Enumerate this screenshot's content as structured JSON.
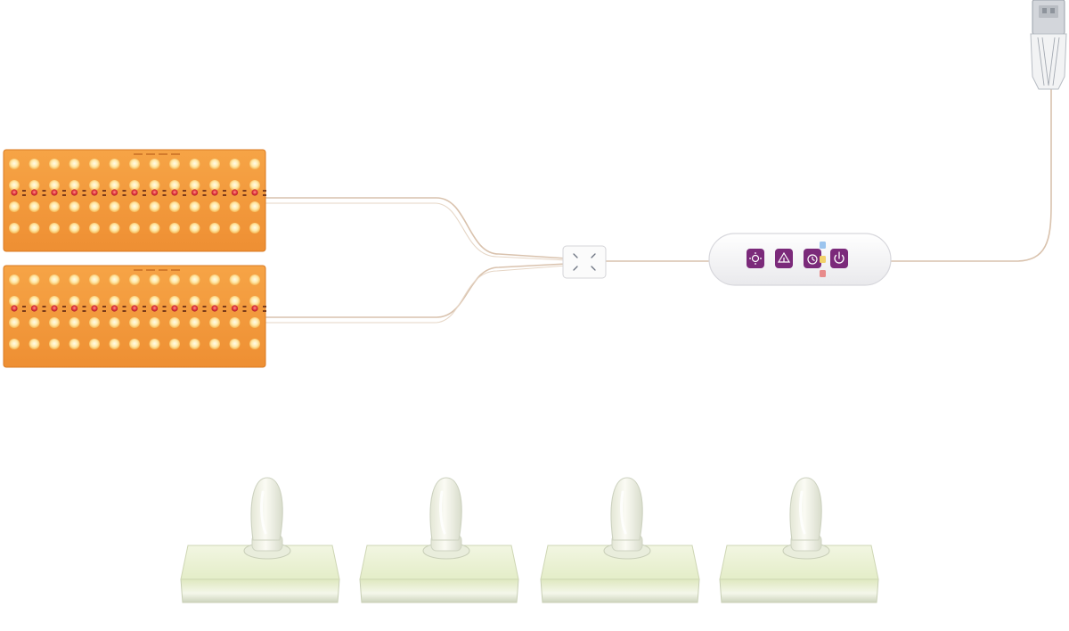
{
  "scene": {
    "description_free": true,
    "led_panels": {
      "count": 2,
      "rows": 4,
      "columns": 13,
      "warm_led_color": "#fde6a0",
      "red_led_color": "#e0323c",
      "board_color": "#f39a3d"
    },
    "controller": {
      "body_color": "#f7f7f8",
      "button_color": "#7b2a7a",
      "indicator_colors": [
        "#9bc4ee",
        "#f2d26b",
        "#e88b8b"
      ],
      "buttons": [
        {
          "icon": "spectrum-icon"
        },
        {
          "icon": "brightness-icon"
        },
        {
          "icon": "timer-icon"
        },
        {
          "icon": "power-icon"
        }
      ]
    },
    "cable_color": "#d9c2ad",
    "usb_plug_color": "#c9ccd2",
    "mounts": {
      "count": 4,
      "base_color": "#eef4dc",
      "clip_color": "#eef0e4"
    }
  }
}
